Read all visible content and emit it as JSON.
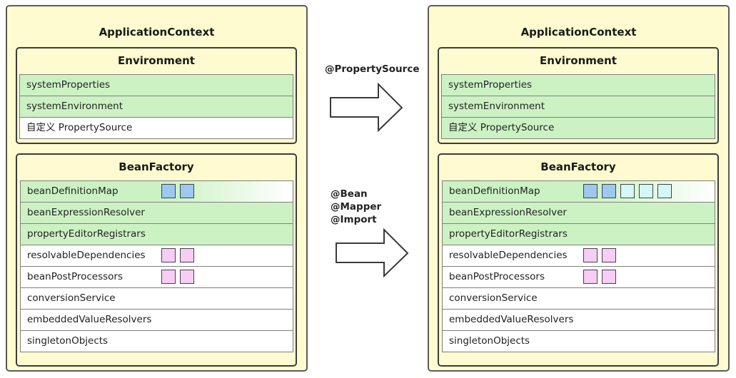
{
  "left": {
    "title": "ApplicationContext",
    "environment": {
      "title": "Environment",
      "rows": [
        "systemProperties",
        "systemEnvironment",
        "自定义 PropertySource"
      ]
    },
    "beanfactory": {
      "title": "BeanFactory",
      "rows": [
        "beanDefinitionMap",
        "beanExpressionResolver",
        "propertyEditorRegistrars",
        "resolvableDependencies",
        "beanPostProcessors",
        "conversionService",
        "embeddedValueResolvers",
        "singletonObjects"
      ]
    }
  },
  "right": {
    "title": "ApplicationContext",
    "environment": {
      "title": "Environment",
      "rows": [
        "systemProperties",
        "systemEnvironment",
        "自定义 PropertySource"
      ]
    },
    "beanfactory": {
      "title": "BeanFactory",
      "rows": [
        "beanDefinitionMap",
        "beanExpressionResolver",
        "propertyEditorRegistrars",
        "resolvableDependencies",
        "beanPostProcessors",
        "conversionService",
        "embeddedValueResolvers",
        "singletonObjects"
      ]
    }
  },
  "arrows": {
    "top_label": "@PropertySource",
    "bottom_labels": [
      "@Bean",
      "@Mapper",
      "@Import"
    ]
  },
  "colors": {
    "context_fill": "#fdfbcf",
    "highlight_row": "#ccf2c4",
    "square_blue": "#9dc8f0",
    "square_cyan": "#d4f7f8",
    "square_pink": "#f6cdf5"
  }
}
